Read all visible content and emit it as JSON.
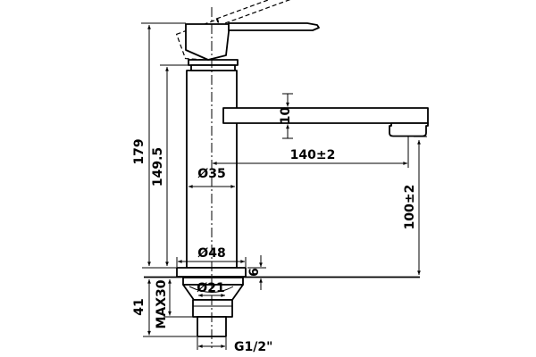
{
  "drawing": {
    "title": "Basin mixer tap - dimensioned side elevation",
    "background_color": "#ffffff",
    "line_color": "#000000",
    "labels": {
      "overall_height": "179",
      "body_height": "149.5",
      "body_diameter": "Ø35",
      "spout_reach": "140±2",
      "spout_tube_thickness": "10",
      "spout_outlet_height": "100±2",
      "base_diameter": "Ø48",
      "base_plate_thickness": "6",
      "shank_diameter": "Ø21",
      "max_mounting_thickness": "MAX30",
      "shank_length": "41",
      "thread_size": "G1/2\""
    }
  }
}
